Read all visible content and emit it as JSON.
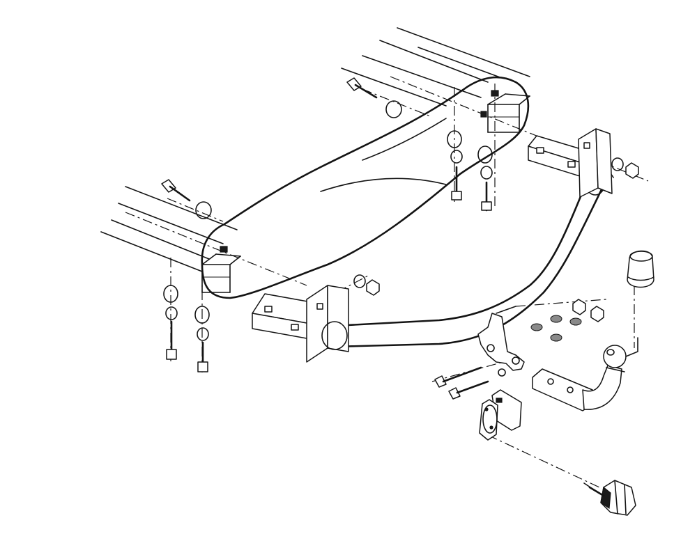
{
  "figure": {
    "kind": "exploded-assembly",
    "style": "monochrome line drawing",
    "ink_color": "#141414",
    "paper_color": "#ffffff",
    "parts": [
      {
        "id": "chassis-rail-left",
        "icon": "square-tube"
      },
      {
        "id": "chassis-rail-right",
        "icon": "square-tube"
      },
      {
        "id": "rear-bumper-outline",
        "icon": "outline"
      },
      {
        "id": "tow-bar-crossbeam",
        "icon": "tube"
      },
      {
        "id": "mounting-bracket-left",
        "icon": "bracket"
      },
      {
        "id": "mounting-bracket-right",
        "icon": "bracket"
      },
      {
        "id": "tow-ball-neck",
        "icon": "tow-ball"
      },
      {
        "id": "ball-cover-cap",
        "icon": "cap"
      },
      {
        "id": "socket-mounting-plate",
        "icon": "plate"
      },
      {
        "id": "seven-pin-socket",
        "icon": "electrical-socket"
      },
      {
        "id": "fastener-sets",
        "icon": "bolt-washer-nut"
      }
    ]
  }
}
